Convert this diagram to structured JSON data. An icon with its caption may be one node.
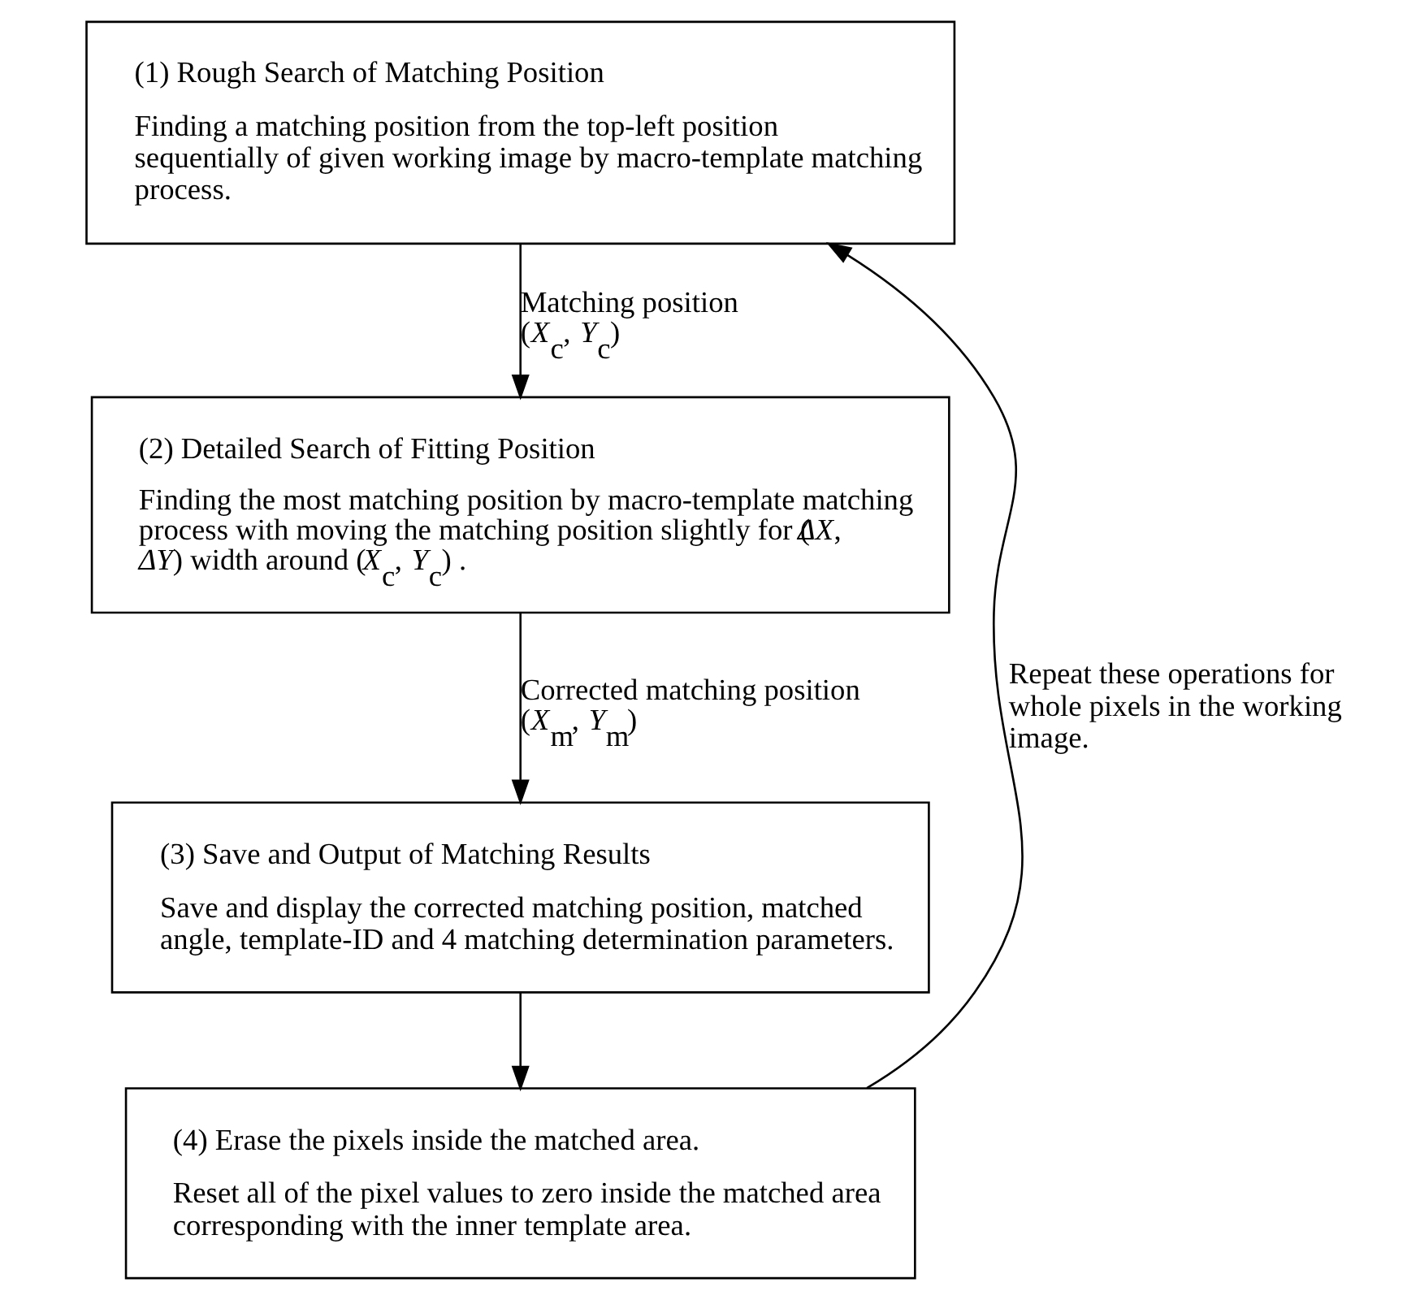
{
  "diagram": {
    "nodes": [
      {
        "text": [
          "(1) Rough Search of Matching Position",
          "Finding a matching position from the top-left position sequentially of given working image by macro-template matching process."
        ]
      },
      {
        "text": [
          "(2) Detailed Search of Fitting Position",
          "Finding the most matching position by macro-template matching process with moving the matching position slightly for (*ΔX*, *ΔY*) width around (*X*$_{c}$, *Y*$_{c}$) ."
        ]
      },
      {
        "text": [
          "(3) Save and Output of Matching Results",
          "Save and display the corrected matching position, matched angle, template-ID and 4 matching determination parameters."
        ]
      },
      {
        "text": [
          "(4) Erase the pixels inside the matched area.",
          "Reset all of the pixel values to zero inside the matched area corresponding with the inner template area."
        ]
      }
    ],
    "edges": [
      {
        "from": 0,
        "to": 1,
        "arrow": "to",
        "label": "Matching position (*X*$_{c}$, *Y*$_{c}$)"
      },
      {
        "from": 1,
        "to": 2,
        "arrow": "to",
        "label": "Corrected matching position (*X*$_{m}$, *Y*$_{m}$)"
      },
      {
        "from": 2,
        "to": 3,
        "arrow": "to"
      },
      {
        "from": 3,
        "to": 0,
        "arrow": "to",
        "label": "Repeat these operations for whole pixels in the working image."
      }
    ]
  }
}
